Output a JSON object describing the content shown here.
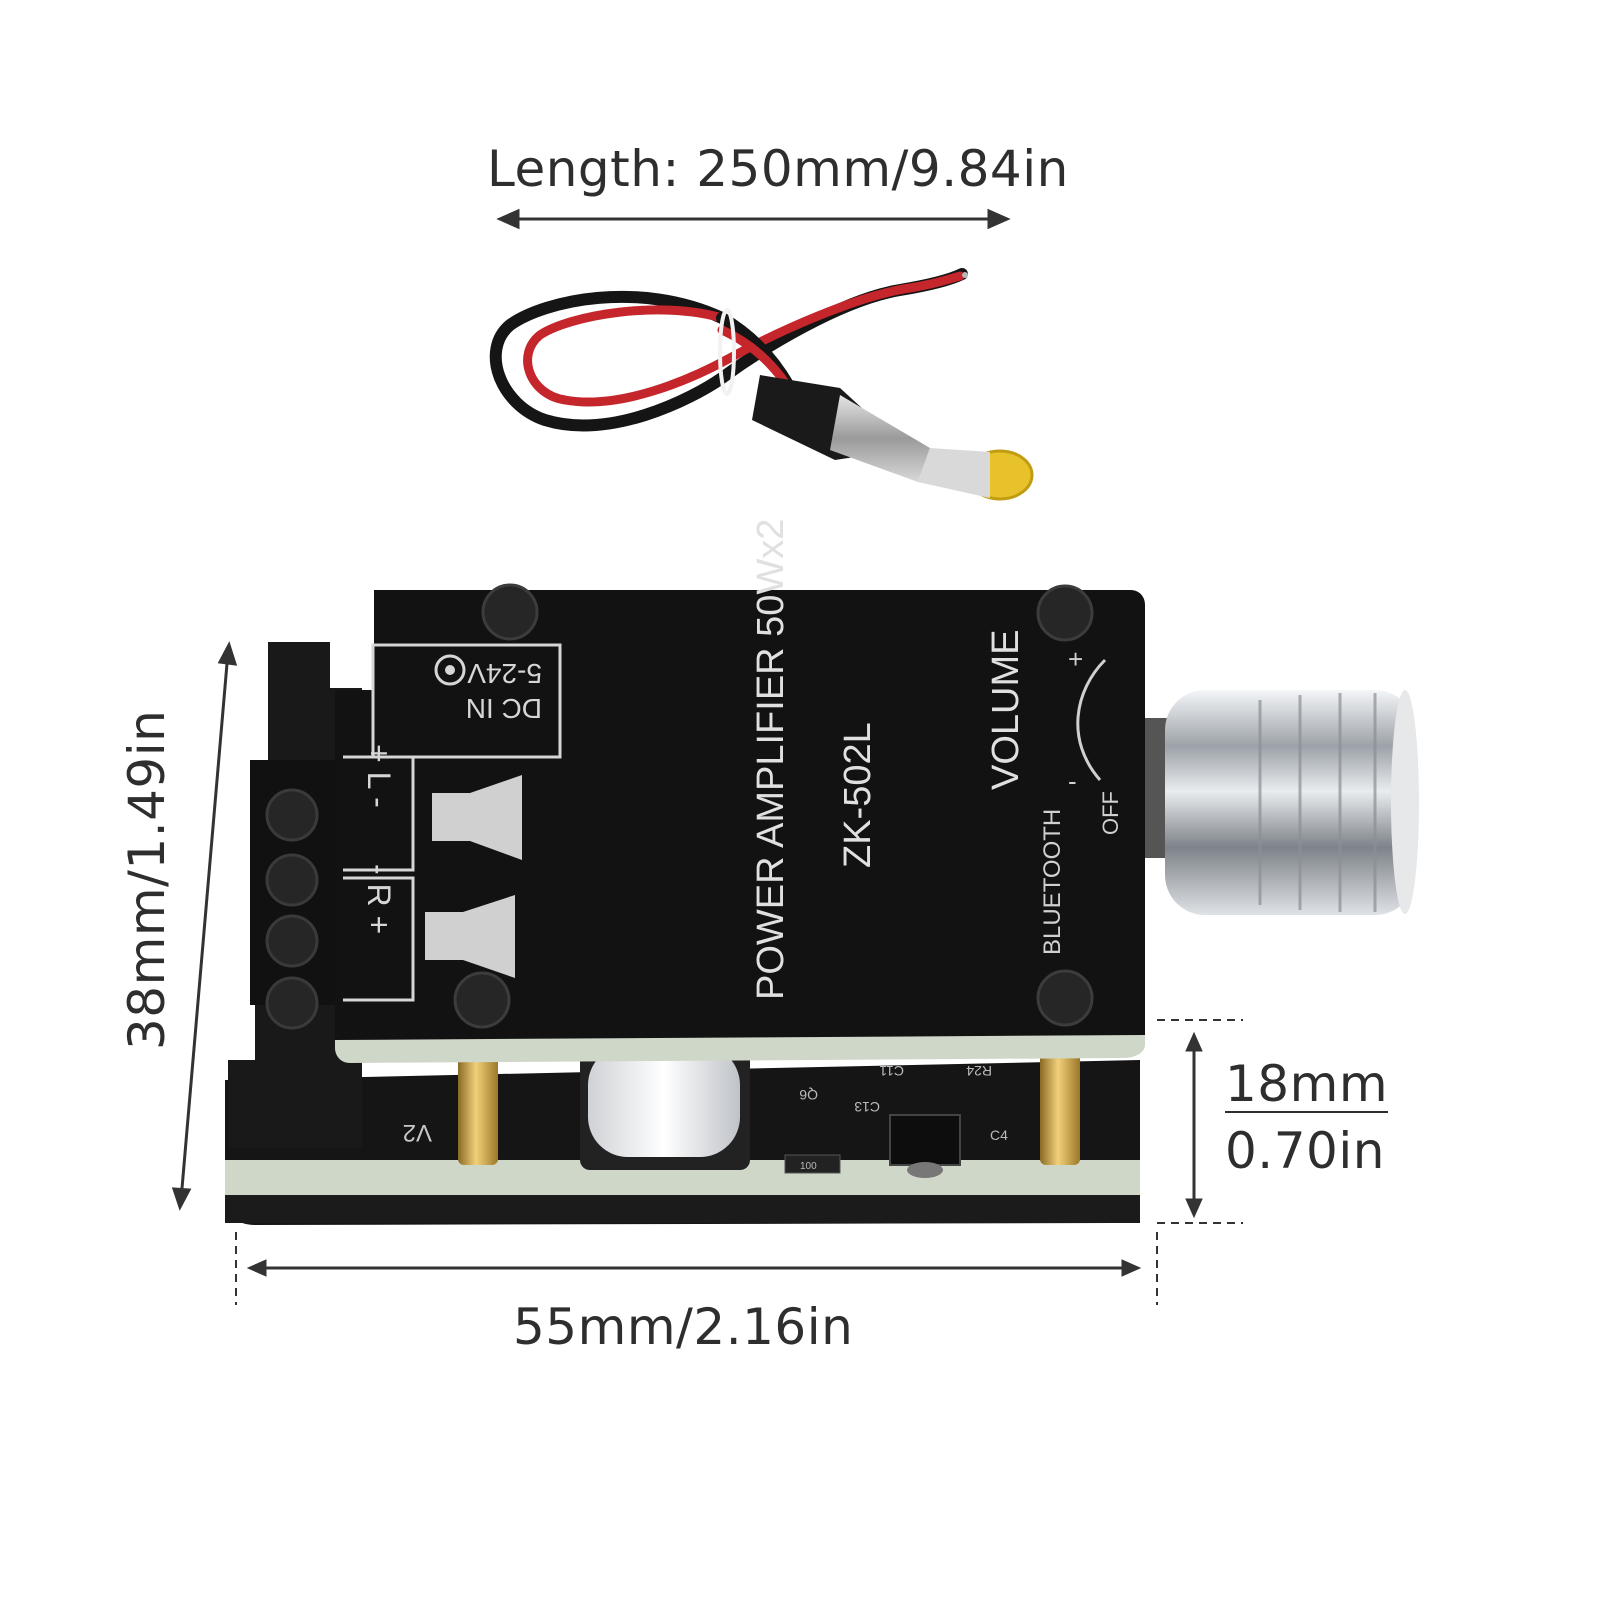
{
  "dimensions": {
    "cable_length": "Length: 250mm/9.84in",
    "board_height": "38mm/1.49in",
    "board_width": "55mm/2.16in",
    "thickness_mm": "18mm",
    "thickness_in": "0.70in"
  },
  "board_labels": {
    "title": "POWER AMPLIFIER 50Wx2",
    "model": "ZK-502L",
    "volume": "VOLUME",
    "bluetooth": "BLUETOOTH",
    "off": "OFF",
    "plus": "+",
    "minus": "-",
    "dc_in": "DC IN",
    "voltage": "5-24V",
    "left_channel": "+ L -",
    "right_channel": "- R +",
    "version": "V2",
    "r24": "R24",
    "c11": "C11",
    "c13": "C13",
    "c4": "C4",
    "q6": "Q6",
    "r100": "100"
  },
  "colors": {
    "pcb": "#121212",
    "pcb_edge": "#cfd7c9",
    "brass": "#c9a24a",
    "knob": "#c9cdd2",
    "wire_red": "#c4262c",
    "wire_black": "#151515",
    "plug_tip": "#e8c22b"
  }
}
